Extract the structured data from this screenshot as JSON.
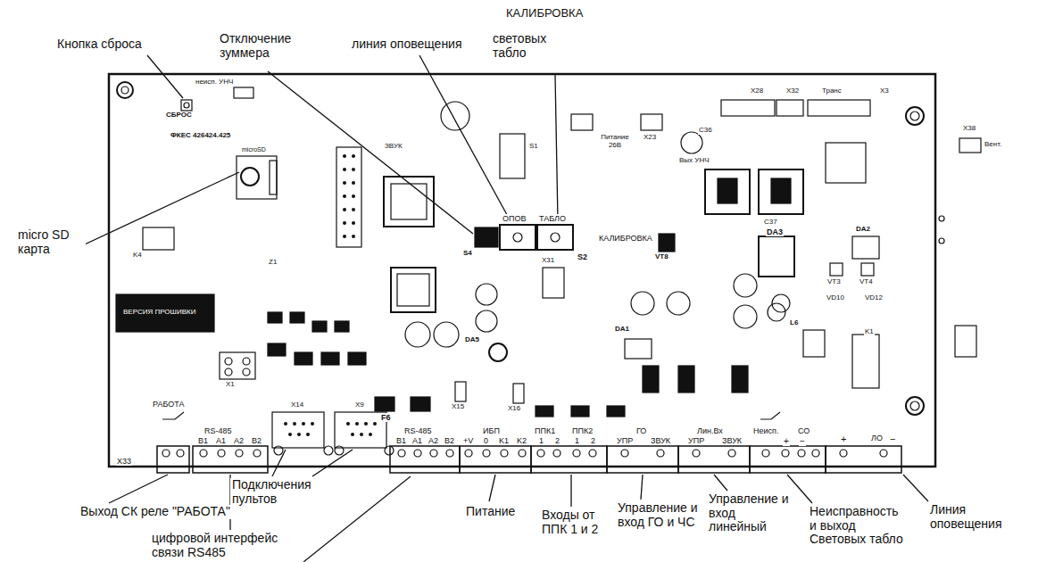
{
  "diagram": {
    "labels": [
      "КАЛИБРОВКА",
      "Кнопка сброса",
      "Отключение зуммера",
      "линия оповещения",
      "световых табло",
      "micro SD карта",
      "Выход СК реле \"РАБОТА\"",
      "цифровой интерфейс связи RS485",
      "Подключения пультов",
      "Питание",
      "Входы от ППК 1 и 2",
      "Управление и вход ГО и ЧС",
      "Управление и вход линейный",
      "Неисправность и выход Световых табло",
      "Линия оповещения",
      "СБРОС",
      "неисп. УНЧ",
      "ФКЕС 426424.425",
      "microSD",
      "K4",
      "ВЕРСИЯ ПРОШИВКИ",
      "X1",
      "Z1",
      "F6",
      "X15",
      "X16",
      "DA5",
      "X31",
      "DA1",
      "S4",
      "ОПОВ",
      "ТАБЛО",
      "S2",
      "КАЛИБРОВКА",
      "VT8",
      "S1",
      "ЗВУК",
      "Питание 26В",
      "X23",
      "Вых УНЧ",
      "C36",
      "C37",
      "X28",
      "X32",
      "Транс",
      "X3",
      "X38",
      "Вент.",
      "DA3",
      "DA2",
      "VT3",
      "VT4",
      "VD10",
      "VD12",
      "L6",
      "K1",
      "РАБОТА",
      "X33",
      "RS-485",
      "B1",
      "A1",
      "A2",
      "B2",
      "X14",
      "X9",
      "RS-485",
      "B1",
      "A1",
      "A2",
      "B2",
      "ИБП",
      "+V",
      "0",
      "K1",
      "K2",
      "ППК1",
      "ППК2",
      "1",
      "2",
      "1",
      "2",
      "ГО",
      "УПР",
      "ЗВУК",
      "Лин.Вх",
      "УПР",
      "ЗВУК",
      "Неисп.",
      "СО",
      "+",
      "−",
      "+",
      "ЛО",
      "−"
    ]
  }
}
